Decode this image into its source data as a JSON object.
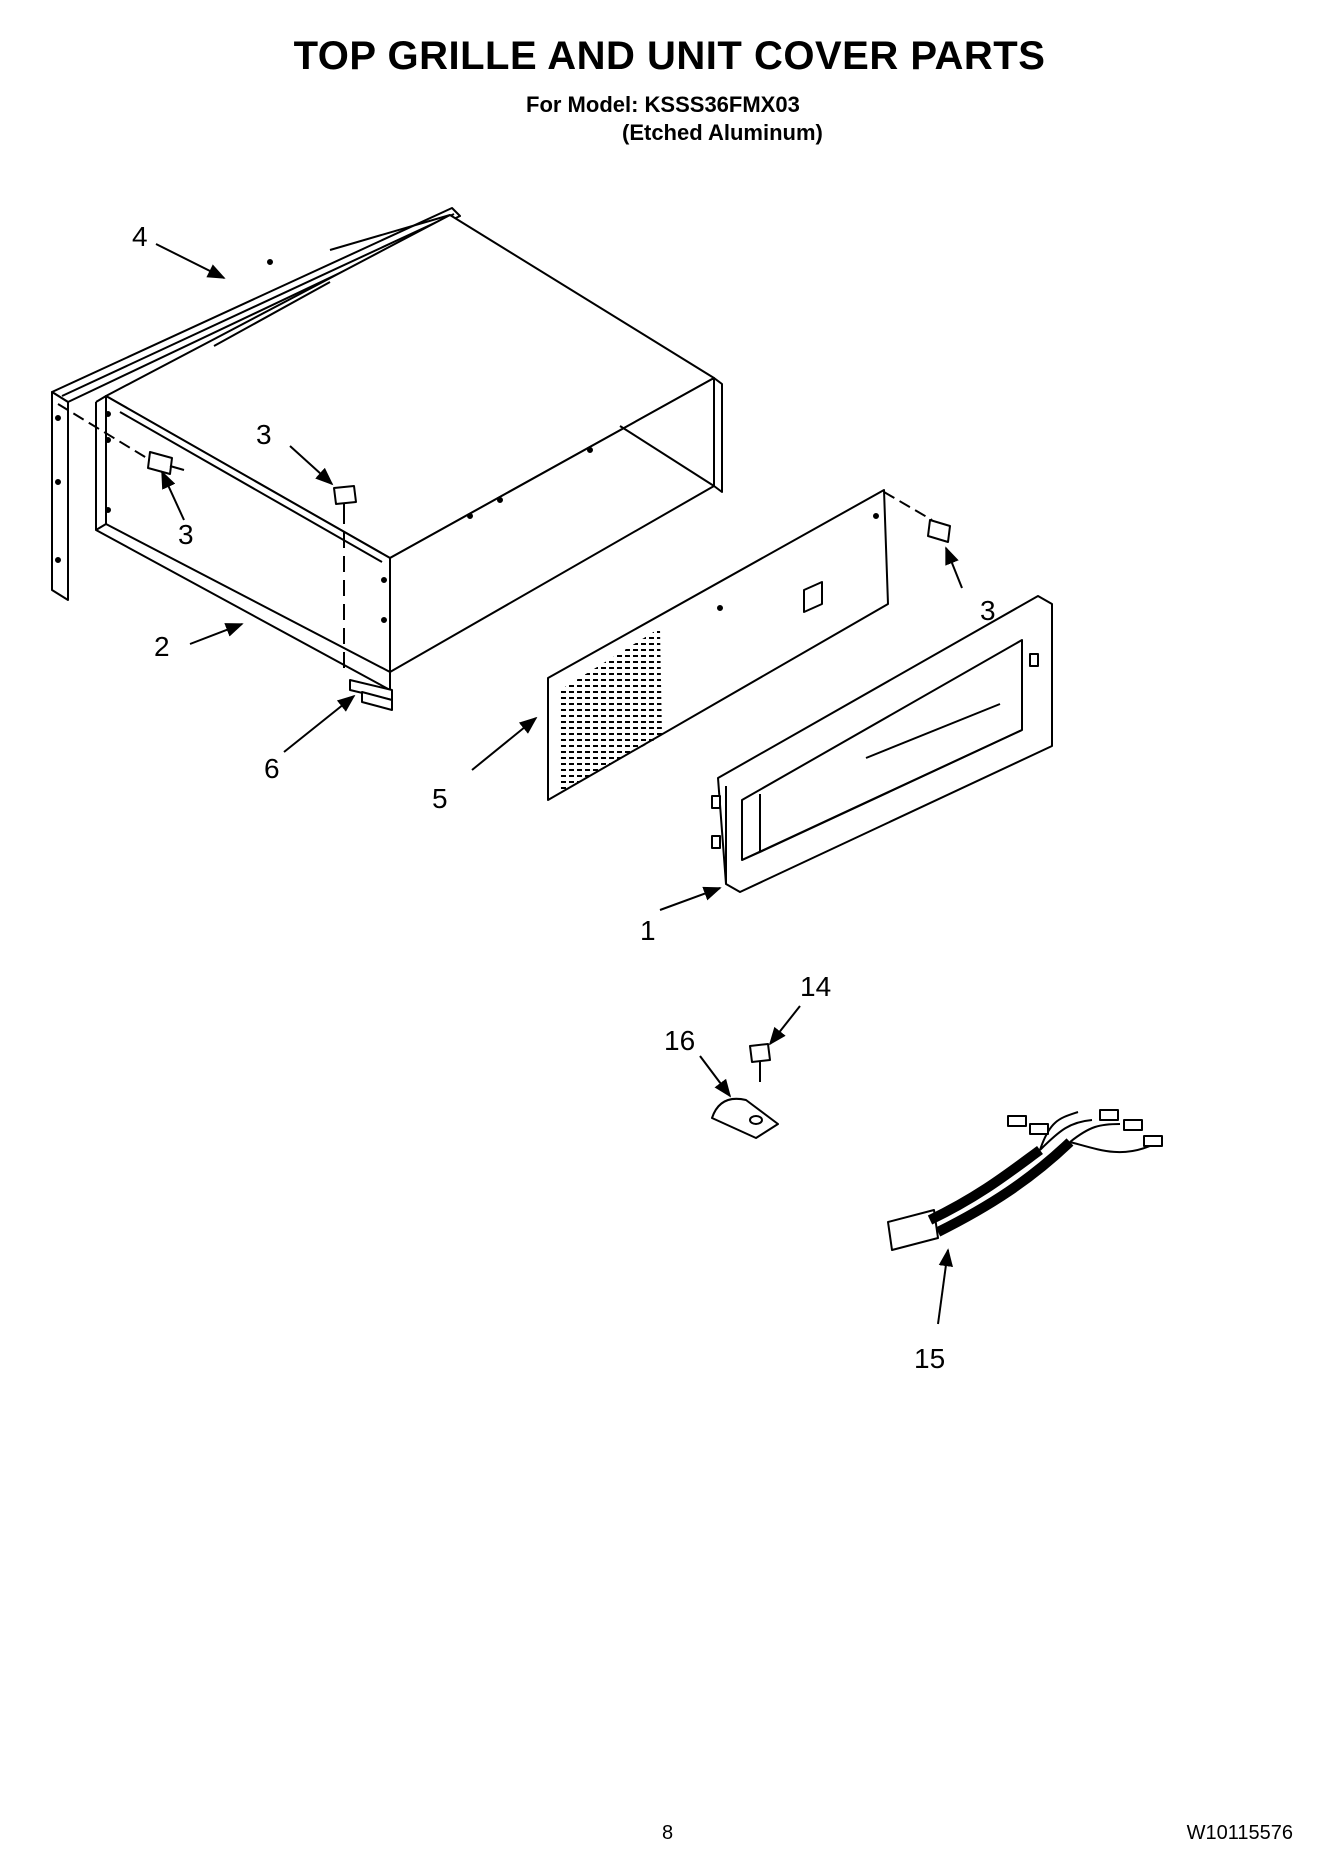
{
  "header": {
    "title": "TOP GRILLE AND UNIT COVER PARTS",
    "model": "For Model: KSSS36FMX03",
    "finish": "(Etched Aluminum)"
  },
  "diagram": {
    "callouts": [
      "4",
      "3",
      "3",
      "3",
      "2",
      "6",
      "5",
      "1",
      "14",
      "16",
      "15"
    ]
  },
  "footer": {
    "page_number": "8",
    "doc_number": "W10115576"
  }
}
